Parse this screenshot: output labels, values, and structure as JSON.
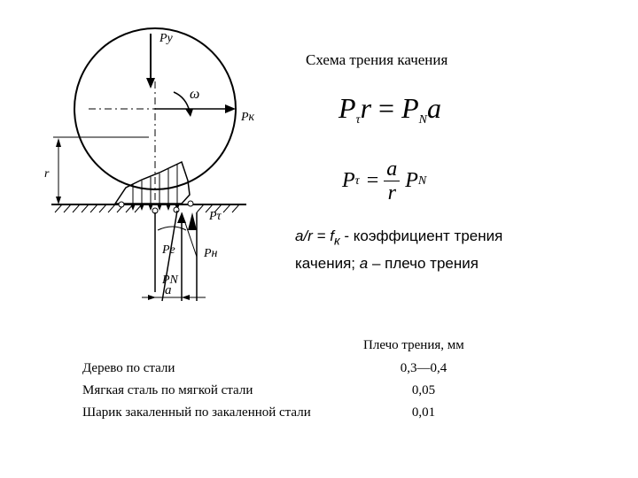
{
  "title": "Схема трения качения",
  "formula1": {
    "P": "P",
    "tau": "τ",
    "r": "r",
    "eq": "=",
    "P2": "P",
    "N": "N",
    "a": "a"
  },
  "formula2": {
    "P": "P",
    "tau": "τ",
    "eq": "=",
    "num": "a",
    "den": "r",
    "P2": "P",
    "N": "N"
  },
  "description": {
    "line1_prefix": "a/r = f",
    "line1_sub": "к",
    "line1_suffix": " - коэффициент трения",
    "line2_prefix": "качения; ",
    "line2_a": "a",
    "line2_suffix": " – плечо трения"
  },
  "table": {
    "header": "Плечо трения, мм",
    "rows": [
      {
        "material": "Дерево по стали",
        "value": "0,3—0,4"
      },
      {
        "material": "Мягкая сталь по мягкой стали",
        "value": "0,05"
      },
      {
        "material": "Шарик закаленный по закаленной стали",
        "value": "0,01"
      }
    ]
  },
  "diagram_labels": {
    "Py": "Py",
    "omega": "ω",
    "Pk": "Pк",
    "r": "r",
    "Ptau": "Pτ",
    "Pe": "Pe",
    "Pn": "Pн",
    "PN": "PN",
    "a": "a"
  }
}
